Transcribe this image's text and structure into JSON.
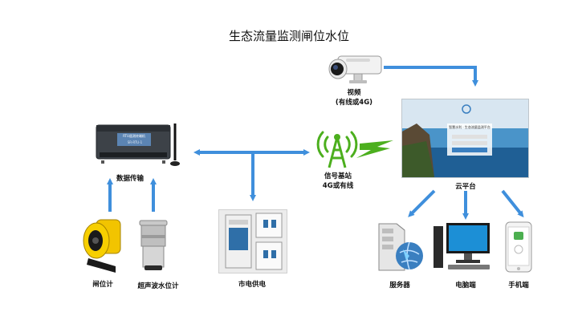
{
  "title": "生态流量监测闸位水位",
  "nodes": {
    "camera": {
      "line1": "视频",
      "line2": "(有线或4G)"
    },
    "rtu": {
      "label": "数据传输",
      "device_text": "RTU遥测终端机",
      "model": "SR-RTU-1"
    },
    "base_station": {
      "line1": "信号基站",
      "line2": "4G或有线"
    },
    "cloud": {
      "label": "云平台",
      "login_title": "智慧水利 · 生态流量监测平台"
    },
    "gate_meter": {
      "label": "闸位计"
    },
    "ultrasonic": {
      "label": "超声波水位计"
    },
    "power": {
      "label": "市电供电"
    },
    "server": {
      "label": "服务器"
    },
    "pc": {
      "label": "电脑端"
    },
    "phone": {
      "label": "手机端"
    }
  },
  "colors": {
    "arrow": "#3f8fdc",
    "signal_green": "#4caf1e",
    "sky": "#4a94c9",
    "sea": "#1f5f95"
  }
}
